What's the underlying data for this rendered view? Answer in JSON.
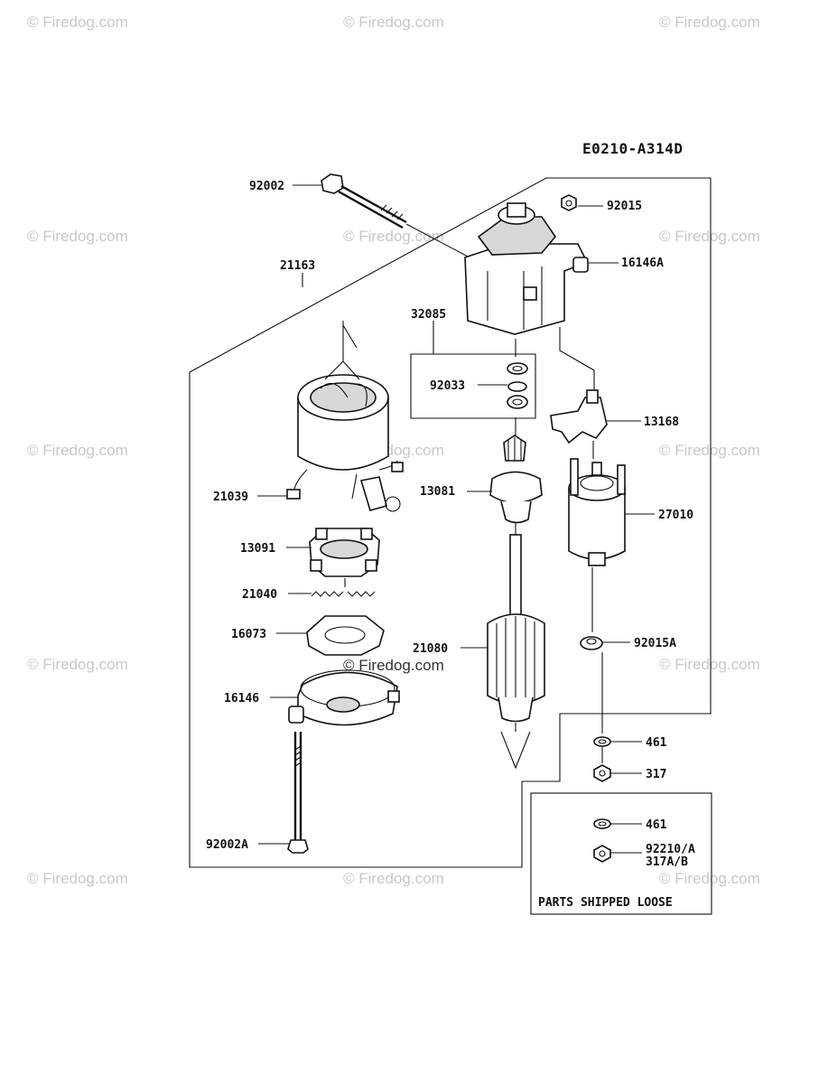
{
  "diagram": {
    "code": "E0210-A314D",
    "watermark": "© Firedog.com",
    "center_watermark": "© Firedog.com",
    "parts_box_label": "PARTS SHIPPED LOOSE",
    "labels": {
      "p92002": "92002",
      "p92015": "92015",
      "p16146A": "16146A",
      "p21163": "21163",
      "p32085": "32085",
      "p92033": "92033",
      "p13168": "13168",
      "p21039": "21039",
      "p13081": "13081",
      "p27010": "27010",
      "p13091": "13091",
      "p21040": "21040",
      "p16073": "16073",
      "p21080": "21080",
      "p92015A": "92015A",
      "p16146": "16146",
      "p461a": "461",
      "p317": "317",
      "p461b": "461",
      "p92210A": "92210/A",
      "p317AB": "317A/B",
      "p92002A": "92002A"
    }
  }
}
